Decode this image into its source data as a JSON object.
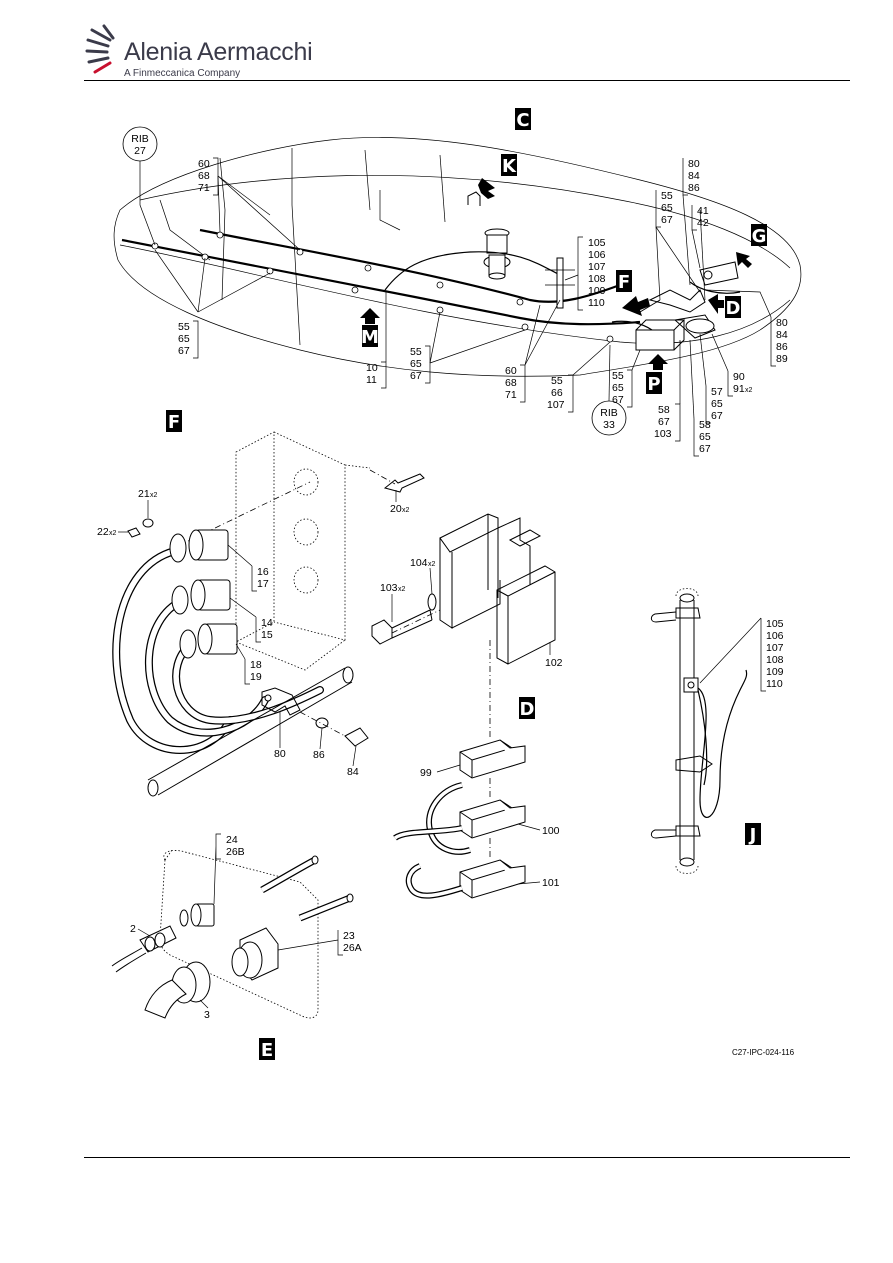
{
  "header": {
    "brand_name": "Alenia Aermacchi",
    "brand_tagline": "A Finmeccanica Company"
  },
  "figure_ref": "C27-IPC-024-116",
  "view_tags": [
    "C",
    "K",
    "G",
    "F",
    "D",
    "M",
    "P",
    "F",
    "D",
    "J",
    "E"
  ],
  "main_view": {
    "rib_left": [
      "RIB",
      "27"
    ],
    "rib_right": [
      "RIB",
      "33"
    ],
    "callouts": [
      [
        "60",
        "68",
        "71"
      ],
      [
        "55",
        "65",
        "67"
      ],
      [
        "80",
        "84",
        "86"
      ],
      [
        "41",
        "42"
      ],
      [
        "105",
        "106",
        "107",
        "108",
        "109",
        "110"
      ],
      [
        "55",
        "65",
        "67"
      ],
      [
        "55",
        "65",
        "67"
      ],
      [
        "10",
        "11"
      ],
      [
        "60",
        "68",
        "71"
      ],
      [
        "55",
        "66",
        "107"
      ],
      [
        "55",
        "65",
        "67"
      ],
      [
        "58",
        "67",
        "103"
      ],
      [
        "58",
        "65",
        "67"
      ],
      [
        "57",
        "65",
        "67"
      ],
      [
        "90",
        "91"
      ],
      [
        "80",
        "84",
        "86",
        "89"
      ]
    ],
    "qty_91": "x2"
  },
  "view_f": {
    "labels": [
      "21",
      "22",
      "20",
      "16",
      "17",
      "14",
      "15",
      "18",
      "19",
      "80",
      "86",
      "84"
    ],
    "qty": "x2"
  },
  "view_d": {
    "labels": [
      "104",
      "103",
      "102",
      "99",
      "100",
      "101"
    ],
    "qty": "x2"
  },
  "view_j": {
    "labels": [
      "105",
      "106",
      "107",
      "108",
      "109",
      "110"
    ]
  },
  "view_e": {
    "labels": [
      "24",
      "26B",
      "2",
      "23",
      "26A",
      "3"
    ]
  },
  "colors": {
    "ink": "#000000",
    "brand": "#3b3b4a",
    "brand_red": "#c8102e"
  }
}
